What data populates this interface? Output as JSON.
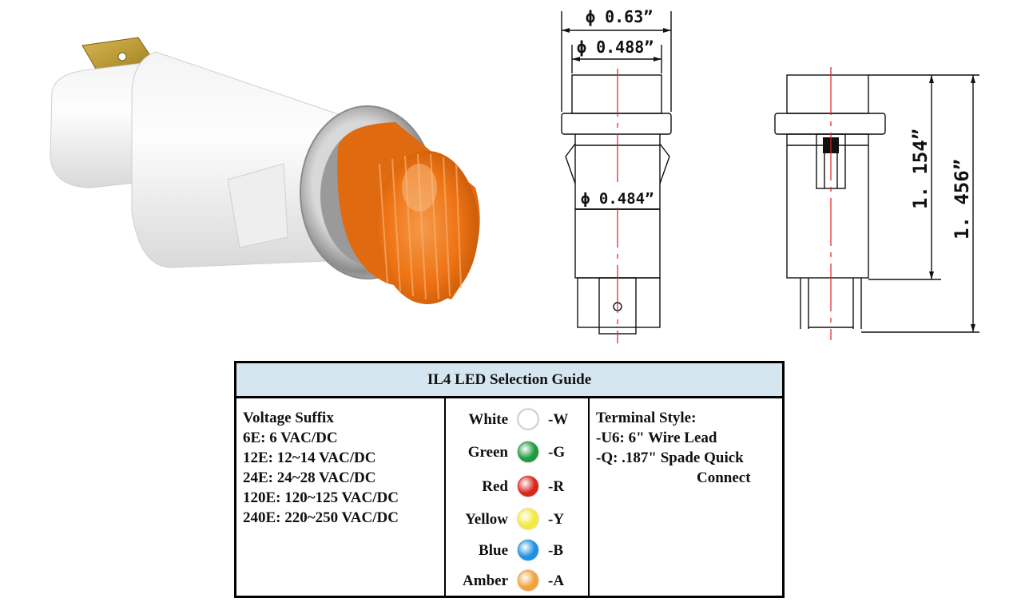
{
  "drawing": {
    "dia_outer": "ϕ 0.63”",
    "dia_cap": "ϕ 0.488”",
    "dia_body": "ϕ 0.484”",
    "height_body": "1. 154”",
    "height_total": "1. 456”"
  },
  "guide": {
    "title": "IL4 LED Selection Guide",
    "voltage": {
      "heading": "Voltage Suffix",
      "items": [
        "6E: 6 VAC/DC",
        "12E: 12~14 VAC/DC",
        "24E: 24~28 VAC/DC",
        "120E: 120~125 VAC/DC",
        "240E: 220~250 VAC/DC"
      ]
    },
    "colors": [
      {
        "name": "White",
        "suffix": "-W",
        "color": "#ffffff"
      },
      {
        "name": "Green",
        "suffix": "-G",
        "color": "#1f9a3c"
      },
      {
        "name": "Red",
        "suffix": "-R",
        "color": "#d9261c"
      },
      {
        "name": "Yellow",
        "suffix": "-Y",
        "color": "#f4ea3c"
      },
      {
        "name": "Blue",
        "suffix": "-B",
        "color": "#1f8fe0"
      },
      {
        "name": "Amber",
        "suffix": "-A",
        "color": "#f2a13c"
      }
    ],
    "terminal": {
      "heading": "Terminal Style:",
      "line1": "-U6: 6\" Wire Lead",
      "line2": "-Q: .187\" Spade Quick",
      "line3": "Connect"
    }
  },
  "colors": {
    "header_bg": "#d6e6f1",
    "lens": "#f07a1a",
    "centerline": "#e02020"
  }
}
